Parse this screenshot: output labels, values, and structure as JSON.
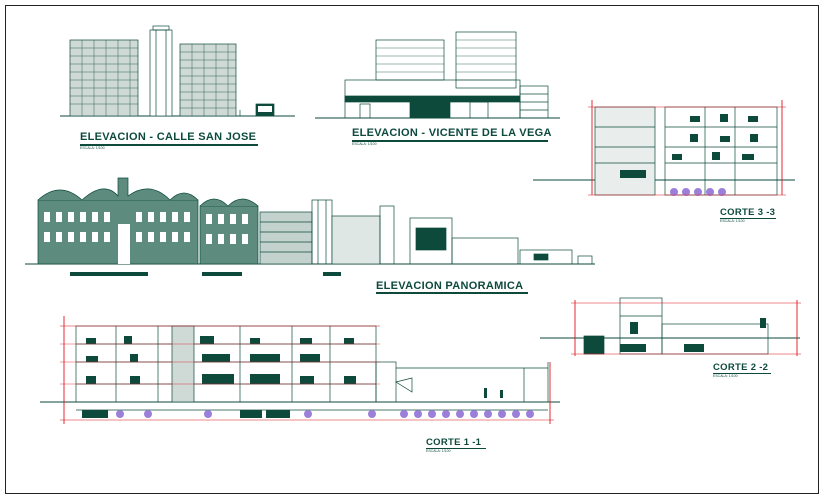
{
  "colors": {
    "ink": "#0d4a3c",
    "ink_light": "#3f7c6c",
    "section_red": "#e0141e",
    "vehicle_purple": "#9b7fd9",
    "background": "#ffffff",
    "border": "#222222"
  },
  "drawings": {
    "elev_san_jose": {
      "title": "ELEVACION - CALLE SAN JOSE",
      "scale": "ESCALA: 1/100"
    },
    "elev_vicente": {
      "title": "ELEVACION - VICENTE DE LA VEGA",
      "scale": "ESCALA: 1/100"
    },
    "corte_33": {
      "title": "CORTE 3 -3",
      "scale": "ESCALA: 1/100"
    },
    "elev_panoramica": {
      "title": "ELEVACION PANORAMICA"
    },
    "corte_22": {
      "title": "CORTE 2 -2",
      "scale": "ESCALA: 1/100"
    },
    "corte_11": {
      "title": "CORTE 1 -1",
      "scale": "ESCALA: 1/100"
    }
  }
}
